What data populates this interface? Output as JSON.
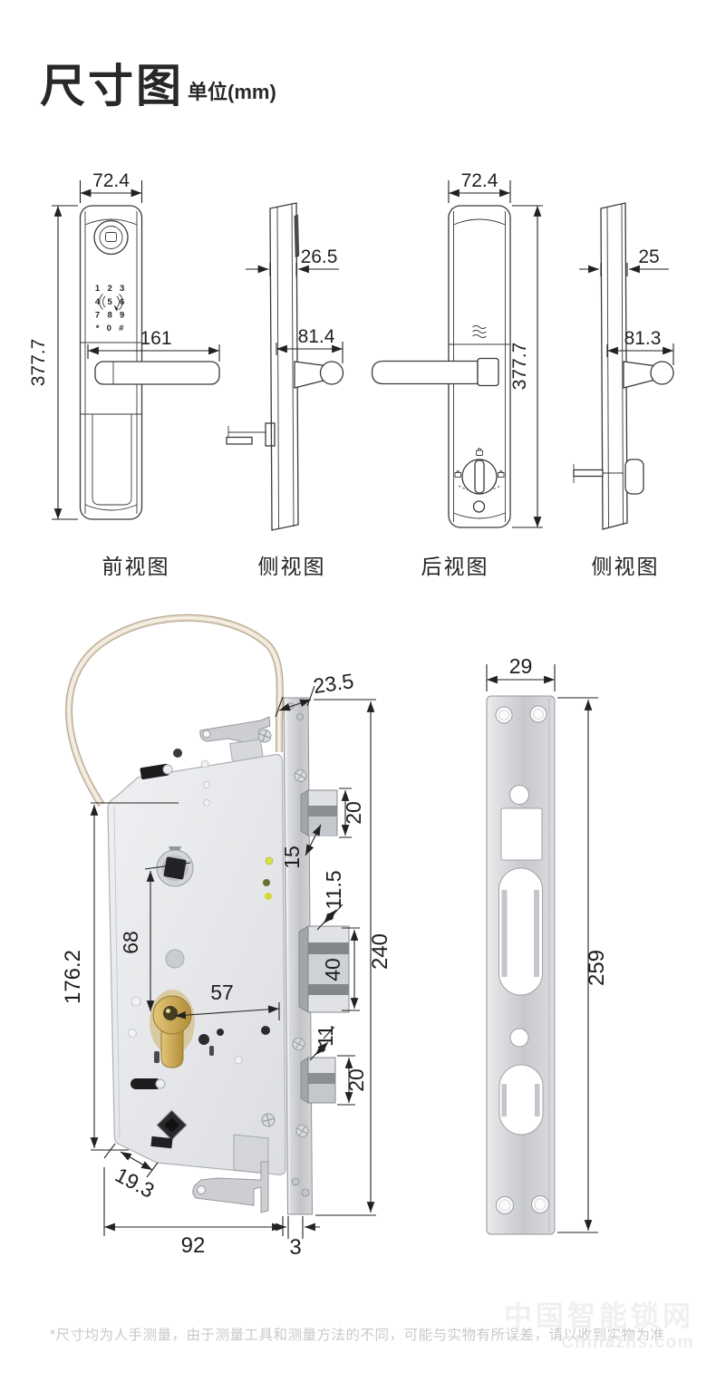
{
  "title": {
    "main": "尺寸图",
    "unit": "单位(mm)"
  },
  "views": {
    "front": {
      "label": "前视图",
      "width": "72.4",
      "height": "377.7",
      "handle_length": "161",
      "keypad_rows": [
        "1 2 3",
        "4 5 6",
        "7 8 9",
        "* 0 #"
      ]
    },
    "side_left": {
      "label": "侧视图",
      "thickness": "26.5",
      "handle_depth": "81.4"
    },
    "back": {
      "label": "后视图",
      "width": "72.4",
      "height": "377.7"
    },
    "side_right": {
      "label": "侧视图",
      "thickness": "25",
      "handle_depth": "81.3"
    }
  },
  "lock_body": {
    "faceplate_width": "23.5",
    "faceplate_height": "240",
    "faceplate_thickness": "3",
    "body_width": "92",
    "body_height": "176.2",
    "spindle_to_cylinder": "68",
    "backset": "57",
    "corner_notch": "19.3",
    "top_latch_height": "20",
    "top_latch_offset": "15",
    "deadbolt_top_gap": "11.5",
    "deadbolt_height": "40",
    "bottom_latch_gap": "11",
    "bottom_latch_height": "20"
  },
  "strike_plate": {
    "width": "29",
    "height": "259"
  },
  "footer": {
    "note": "*尺寸均为人手测量，由于测量工具和测量方法的不同，可能与实物有所误差，请以收到实物为准",
    "watermark_cn": "中国智能锁网",
    "watermark_en": "Chinazns.com"
  }
}
